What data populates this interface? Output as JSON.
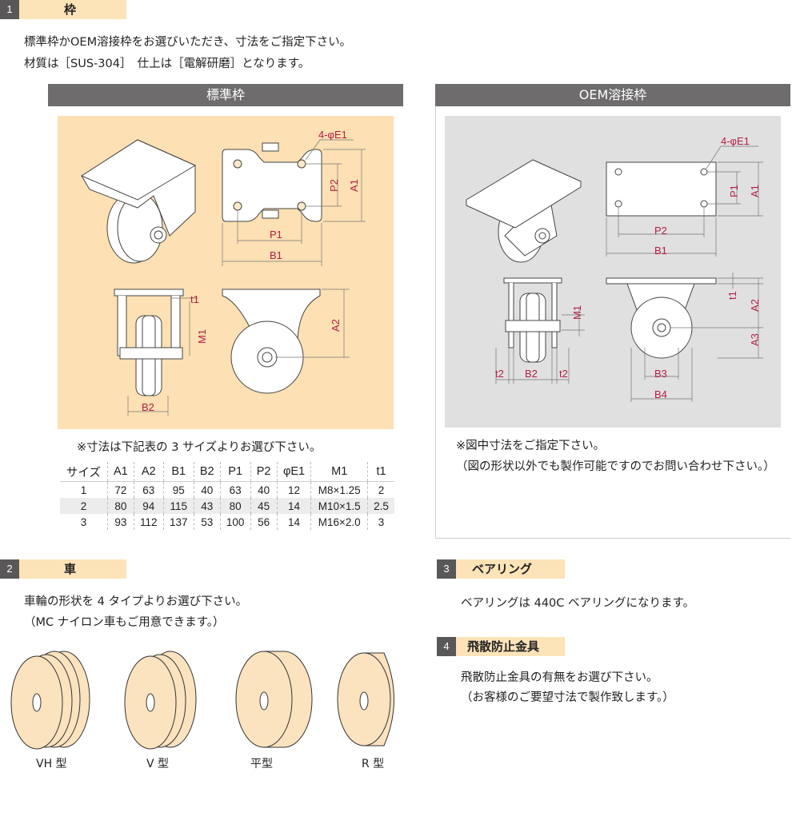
{
  "section1": {
    "num": "1",
    "title": "枠",
    "line1": "標準枠かOEM溶接枠をお選びいただき、寸法をご指定下さい。",
    "line2": "材質は［SUS-304］　仕上は［電解研磨］となります。"
  },
  "standard": {
    "title": "標準枠",
    "labels": {
      "e1": "4-φE1",
      "p2": "P2",
      "a1": "A1",
      "p1": "P1",
      "b1": "B1",
      "t1": "t1",
      "m1": "M1",
      "a2": "A2",
      "b2": "B2"
    },
    "note": "※寸法は下記表の 3 サイズよりお選び下さい。"
  },
  "oem": {
    "title": "OEM溶接枠",
    "labels": {
      "e1": "4-φE1",
      "p1": "P1",
      "a1": "A1",
      "p2": "P2",
      "b1": "B1",
      "t1": "t1",
      "a2": "A2",
      "a3": "A3",
      "m1": "M1",
      "t2a": "t2",
      "b2": "B2",
      "t2b": "t2",
      "b3": "B3",
      "b4": "B4"
    },
    "note1": "※図中寸法をご指定下さい。",
    "note2": "（図の形状以外でも製作可能ですのでお問い合わせ下さい。）"
  },
  "table": {
    "headers": [
      "サイズ",
      "A1",
      "A2",
      "B1",
      "B2",
      "P1",
      "P2",
      "φE1",
      "M1",
      "t1"
    ],
    "rows": [
      [
        "1",
        "72",
        "63",
        "95",
        "40",
        "63",
        "40",
        "12",
        "M8×1.25",
        "2"
      ],
      [
        "2",
        "80",
        "94",
        "115",
        "43",
        "80",
        "45",
        "14",
        "M10×1.5",
        "2.5"
      ],
      [
        "3",
        "93",
        "112",
        "137",
        "53",
        "100",
        "56",
        "14",
        "M16×2.0",
        "3"
      ]
    ]
  },
  "section2": {
    "num": "2",
    "title": "車",
    "line1": "車輪の形状を 4 タイプよりお選び下さい。",
    "line2": "（MC ナイロン車もご用意できます。）",
    "wheels": [
      "VH 型",
      "V 型",
      "平型",
      "R 型"
    ]
  },
  "section3": {
    "num": "3",
    "title": "ベアリング",
    "line1": "ベアリングは 440C ベアリングになります。"
  },
  "section4": {
    "num": "4",
    "title": "飛散防止金具",
    "line1": "飛散防止金具の有無をお選び下さい。",
    "line2": "（お客様のご要望寸法で製作致します。）"
  },
  "colors": {
    "panel_std": "#fde0b3",
    "panel_oem": "#e0e0e0",
    "dim_label": "#b21d43",
    "header_bar": "#6e6c6c"
  }
}
